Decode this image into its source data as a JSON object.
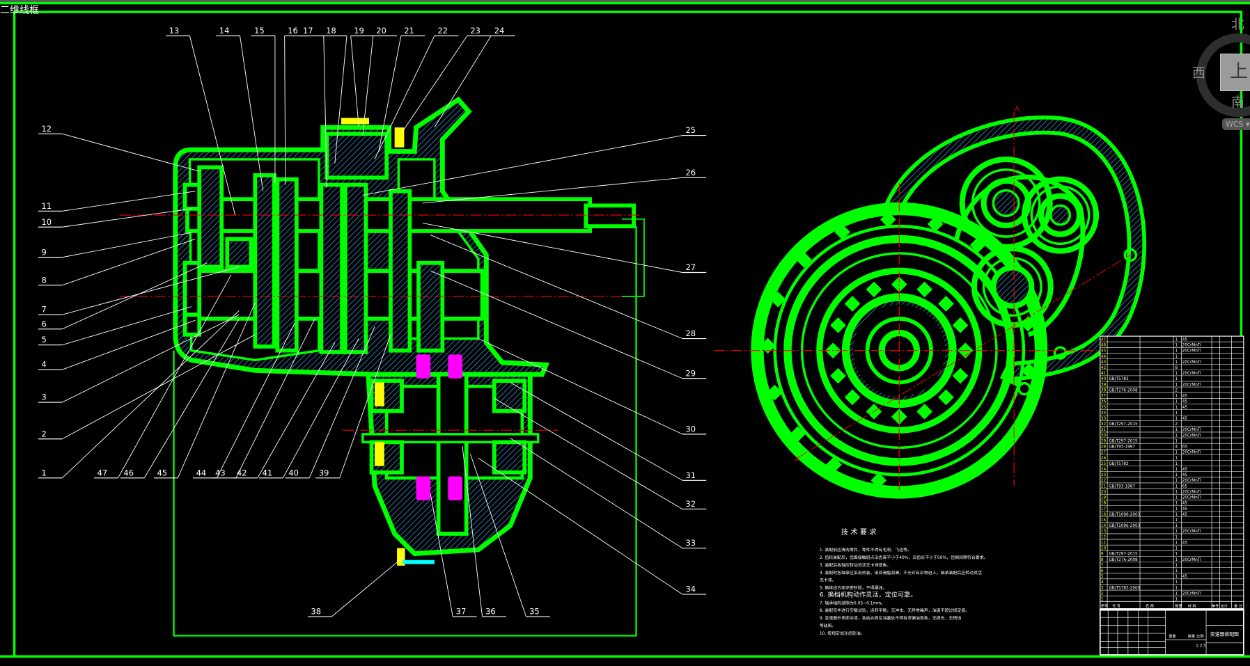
{
  "viewport": {
    "label": "二维线框"
  },
  "viewcube": {
    "north": "北",
    "south": "南",
    "west": "西",
    "face": "上",
    "wcs": "WCS ▾"
  },
  "callouts": [
    "1",
    "2",
    "3",
    "4",
    "5",
    "6",
    "7",
    "8",
    "9",
    "10",
    "11",
    "12",
    "13",
    "14",
    "15",
    "16",
    "17",
    "18",
    "19",
    "20",
    "21",
    "22",
    "23",
    "24",
    "25",
    "26",
    "27",
    "28",
    "29",
    "30",
    "31",
    "32",
    "33",
    "34",
    "35",
    "36",
    "37",
    "38",
    "39",
    "40",
    "41",
    "42",
    "43",
    "44",
    "45",
    "46",
    "47"
  ],
  "section_marks": {
    "a_top": "A",
    "a_bottom": "A"
  },
  "tech_requirements": {
    "title": "技 术 要 求",
    "items": [
      "1. 装配前应清洗零件，零件不得有毛刺、飞边等。",
      "2. 齿轮装配后，齿面接触斑点沿齿高不小于40%，沿齿长不小于50%，齿侧间隙符合要求。",
      "3. 装配后各轴应转动灵活无卡滞现象。",
      "4. 装配时各轴承应采用热装，用润滑脂润滑，不允许有杂物进入，轴承装配后应转动灵活",
      "   无卡滞。",
      "5. 箱体结合面涂密封胶，不得漏油。",
      "6. 换档机构动作灵活，定位可靠。",
      "7. 轴承轴向游隙为0.05~0.1mm。",
      "8. 装配完毕进行空载试验，运转平稳，无冲击、无异常噪声，油温不超过规定值。",
      "9. 变速器外表面涂漆，各结合面及油塞处不得有渗漏油现象，无损伤、无锈蚀",
      "   等缺陷。",
      "10. 按规定加注齿轮油。"
    ]
  },
  "parts_table": {
    "rows": [
      [
        "47",
        "",
        "",
        "1",
        "45"
      ],
      [
        "46",
        "",
        "",
        "1",
        "20CrMnTi"
      ],
      [
        "45",
        "",
        "",
        "1",
        "20CrMnTi"
      ],
      [
        "44",
        "",
        "",
        "1",
        ""
      ],
      [
        "43",
        "",
        "",
        "1",
        "20CrMnTi"
      ],
      [
        "42",
        "",
        "",
        "8",
        ""
      ],
      [
        "41",
        "",
        "",
        "1",
        "20CrMnTi"
      ],
      [
        "40",
        "GB/T5783",
        "",
        "1",
        ""
      ],
      [
        "39",
        "",
        "",
        "1",
        "20CrMnTi"
      ],
      [
        "38",
        "GB/T276-2008",
        "",
        "2",
        ""
      ],
      [
        "37",
        "",
        "",
        "1",
        "45"
      ],
      [
        "36",
        "",
        "",
        "1",
        "45"
      ],
      [
        "35",
        "",
        "",
        "1",
        "45"
      ],
      [
        "34",
        "",
        "",
        "1",
        ""
      ],
      [
        "33",
        "",
        "",
        "1",
        "45"
      ],
      [
        "32",
        "GB/T297-2015",
        "",
        "2",
        ""
      ],
      [
        "31",
        "",
        "",
        "1",
        "20CrMnTi"
      ],
      [
        "30",
        "",
        "",
        "1",
        "20CrMnTi"
      ],
      [
        "29",
        "GB/T297-2015",
        "",
        "1",
        ""
      ],
      [
        "28",
        "GB/T93-1987",
        "",
        "4",
        "65"
      ],
      [
        "27",
        "",
        "",
        "1",
        "20CrMnTi"
      ],
      [
        "26",
        "",
        "",
        "1",
        ""
      ],
      [
        "25",
        "GB/T5783",
        "",
        "1",
        ""
      ],
      [
        "24",
        "",
        "",
        "1",
        "45"
      ],
      [
        "23",
        "",
        "",
        "1",
        "45"
      ],
      [
        "22",
        "",
        "",
        "1",
        "20CrMnTi"
      ],
      [
        "21",
        "GB/T93-1987",
        "",
        "1",
        "65"
      ],
      [
        "20",
        "",
        "",
        "1",
        "20CrMnTi"
      ],
      [
        "19",
        "",
        "",
        "1",
        "20CrMnTi"
      ],
      [
        "18",
        "",
        "",
        "1",
        "45"
      ],
      [
        "17",
        "",
        "",
        "1",
        "45"
      ],
      [
        "16",
        "GB/T1096-2003",
        "",
        "1",
        "45"
      ],
      [
        "15",
        "",
        "",
        "1",
        ""
      ],
      [
        "14",
        "GB/T1096-2003",
        "",
        "1",
        ""
      ],
      [
        "13",
        "",
        "",
        "1",
        "20CrMnTi"
      ],
      [
        "12",
        "",
        "",
        "1",
        ""
      ],
      [
        "11",
        "",
        "",
        "1",
        "45"
      ],
      [
        "10",
        "",
        "",
        "1",
        ""
      ],
      [
        "9",
        "GB/T297-2015",
        "",
        "1",
        ""
      ],
      [
        "8",
        "GB/T276-2008",
        "",
        "1",
        "20CrMnTi"
      ],
      [
        "7",
        "",
        "",
        "1",
        ""
      ],
      [
        "6",
        "",
        "",
        "1",
        ""
      ],
      [
        "5",
        "",
        "",
        "1",
        "45"
      ],
      [
        "4",
        "",
        "",
        "1",
        ""
      ],
      [
        "3",
        "GB/T5783-2000",
        "",
        "1",
        ""
      ],
      [
        "2",
        "",
        "",
        "1",
        "20CrMnTi"
      ],
      [
        "1",
        "",
        "",
        "1",
        ""
      ]
    ],
    "header": [
      "序号",
      "代 号",
      "名 称",
      "数量",
      "材 料",
      "单件",
      "总计",
      "备 注"
    ]
  },
  "title_block": {
    "drawing_title": "变速器装配图",
    "scale": "1:2.5",
    "label_qty": "数量",
    "label_scale": "比例",
    "label_mass": "重量"
  },
  "colors": {
    "line": "#00ff00",
    "center": "#ff0000",
    "text": "#ffffff",
    "hatch": "#2f7fb8",
    "bearing": "#ffff00",
    "gear_diff": "#ff00ff",
    "cyan": "#00ffff"
  }
}
